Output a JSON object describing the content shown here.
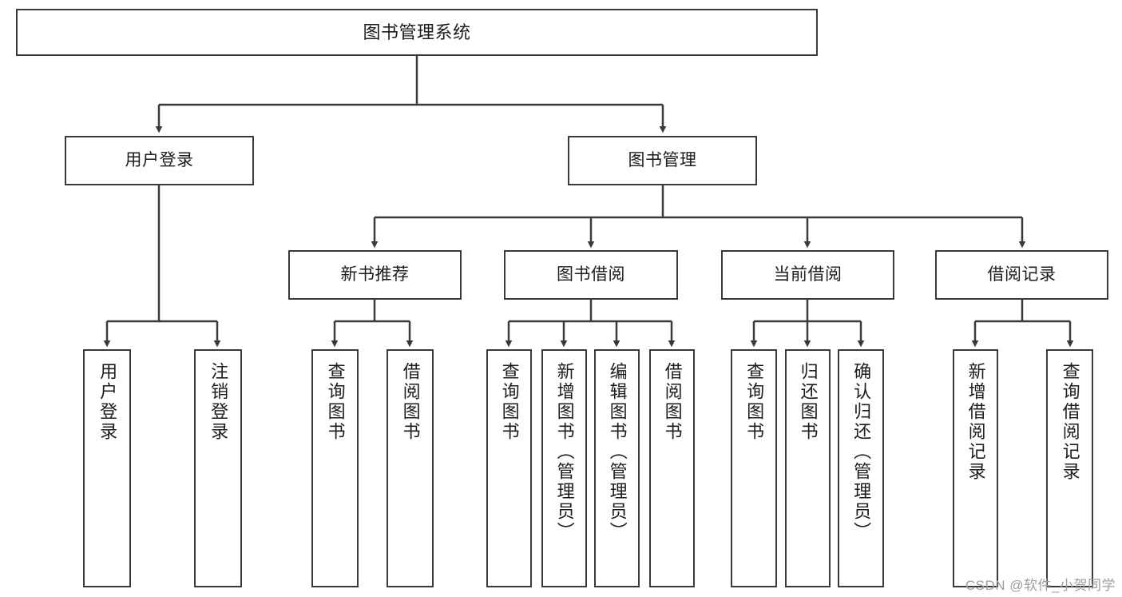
{
  "diagram": {
    "title": "图书管理系统",
    "type": "tree-hierarchy",
    "watermark": "CSDN @软件_小贺同学",
    "colors": {
      "border": "#3a3a3a",
      "background": "#ffffff",
      "text": "#1c1c1c",
      "watermark": "#9d9d9d"
    },
    "root": {
      "label": "图书管理系统"
    },
    "level2": [
      {
        "label": "用户登录"
      },
      {
        "label": "图书管理"
      }
    ],
    "level3": [
      {
        "label": "新书推荐"
      },
      {
        "label": "图书借阅"
      },
      {
        "label": "当前借阅"
      },
      {
        "label": "借阅记录"
      }
    ],
    "leaves": {
      "user_login": [
        {
          "label": "用户登录"
        },
        {
          "label": "注销登录"
        }
      ],
      "new_book_recommend": [
        {
          "label": "查询图书"
        },
        {
          "label": "借阅图书"
        }
      ],
      "book_borrow": [
        {
          "label": "查询图书"
        },
        {
          "label": "新增图书（管理员）"
        },
        {
          "label": "编辑图书（管理员）"
        },
        {
          "label": "借阅图书"
        }
      ],
      "current_borrow": [
        {
          "label": "查询图书"
        },
        {
          "label": "归还图书"
        },
        {
          "label": "确认归还（管理员）"
        }
      ],
      "borrow_record": [
        {
          "label": "新增借阅记录"
        },
        {
          "label": "查询借阅记录"
        }
      ]
    }
  }
}
